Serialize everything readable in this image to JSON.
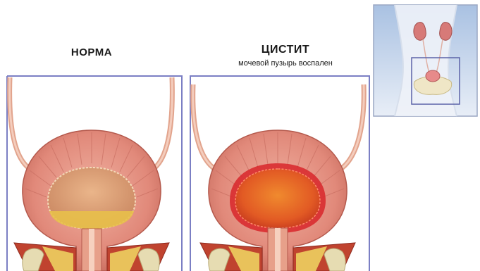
{
  "panels": {
    "normal": {
      "title": "НОРМА"
    },
    "cystitis": {
      "title": "ЦИСТИТ",
      "subtitle": "мочевой пузырь воспален"
    }
  },
  "colors": {
    "frame": "#7b7fc4",
    "bladder_wall": "#e1897a",
    "bladder_inner_normal": "#d79a6a",
    "urine": "#e8c04a",
    "bladder_inner_inflamed": "#e25a24",
    "inflamed_rim": "#d8262a",
    "inset_bg": "#c6d6ec"
  }
}
